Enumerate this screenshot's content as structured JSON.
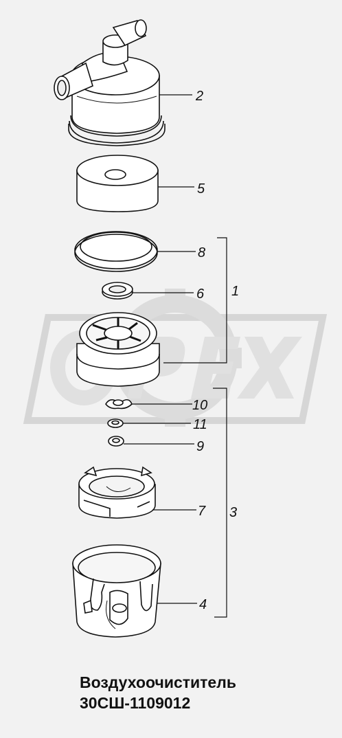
{
  "title": {
    "line1": "Воздухоочиститель",
    "line2": "30СШ-1109012"
  },
  "watermark": {
    "text": "OPEX"
  },
  "callouts": [
    "2",
    "5",
    "8",
    "6",
    "10",
    "11",
    "9",
    "7",
    "4",
    "1",
    "3"
  ],
  "colors": {
    "background": "#f2f2f2",
    "ink": "#111111",
    "part_fill": "#ffffff",
    "watermark": "#d9d9d9"
  },
  "parts": [
    {
      "id": "2",
      "name": "housing-cover",
      "icon": "cover-icon"
    },
    {
      "id": "5",
      "name": "filter-element",
      "icon": "filter-icon"
    },
    {
      "id": "8",
      "name": "sealing-ring",
      "icon": "ring-icon"
    },
    {
      "id": "6",
      "name": "small-gasket",
      "icon": "gasket-icon"
    },
    {
      "id": "10",
      "name": "wing-nut",
      "icon": "wing-nut-icon"
    },
    {
      "id": "11",
      "name": "spring-washer",
      "icon": "washer-icon"
    },
    {
      "id": "9",
      "name": "flat-washer",
      "icon": "washer-icon"
    },
    {
      "id": "7",
      "name": "dust-separator",
      "icon": "separator-icon"
    },
    {
      "id": "4",
      "name": "housing-bowl",
      "icon": "bowl-icon"
    }
  ]
}
